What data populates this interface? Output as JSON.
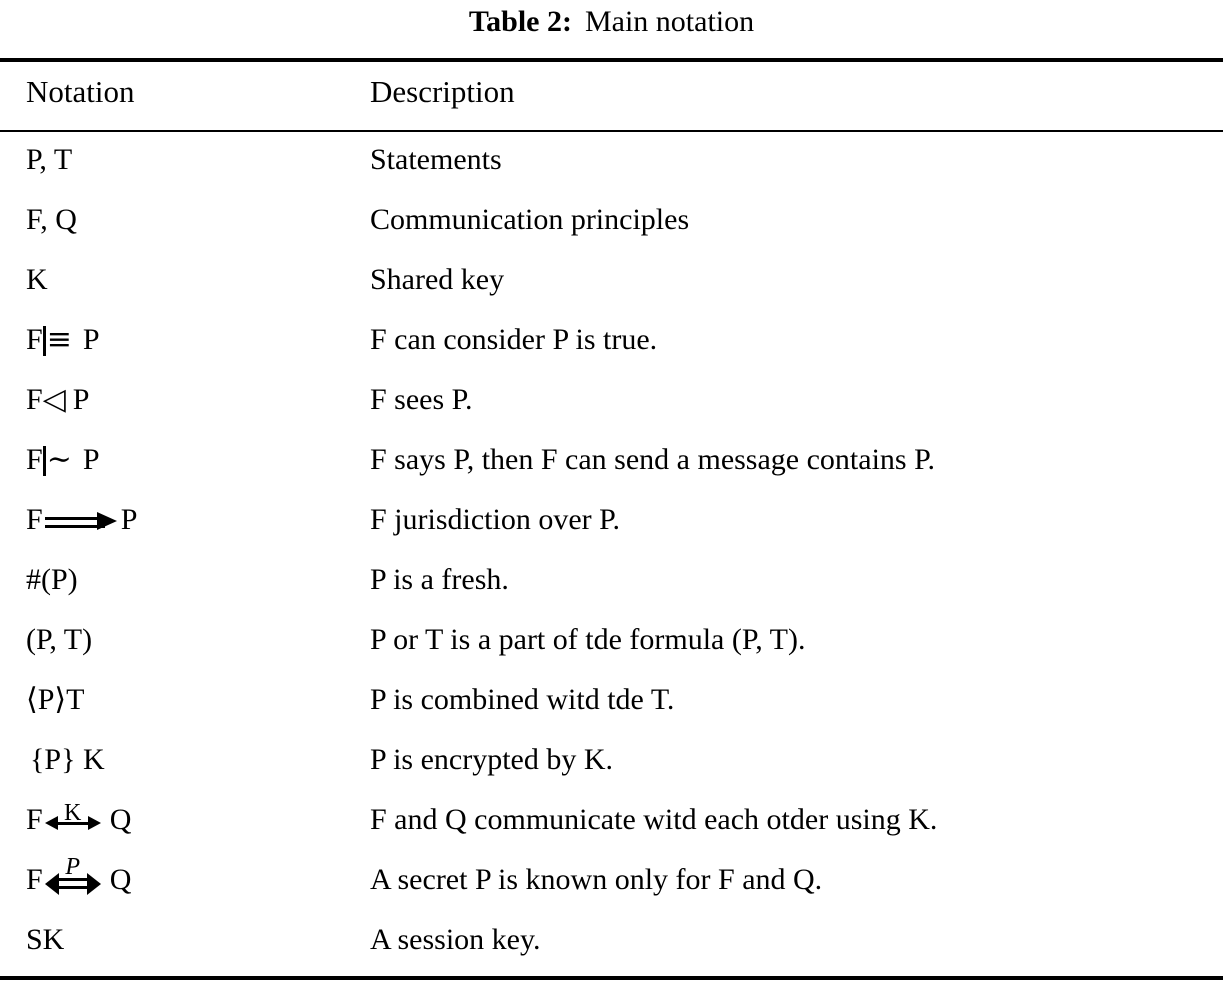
{
  "caption": {
    "label": "Table 2:",
    "title": "Main notation"
  },
  "columns": {
    "notation": "Notation",
    "description": "Description"
  },
  "colors": {
    "background": "#ffffff",
    "text": "#000000",
    "rule": "#000000"
  },
  "rows": [
    {
      "notation": "P, T",
      "description": "Statements"
    },
    {
      "notation": "F, Q",
      "description": "Communication principles"
    },
    {
      "notation": "K",
      "description": "Shared key"
    },
    {
      "notation": "F|≡ P",
      "description": "F can consider P is true."
    },
    {
      "notation": "F◁ P",
      "description": "F sees P."
    },
    {
      "notation": "F|∼ P",
      "description": "F says P, then F can send a message contains P."
    },
    {
      "notation": "F⟹ P",
      "description": "F jurisdiction over P."
    },
    {
      "notation": "#(P)",
      "description": "P is a fresh."
    },
    {
      "notation": "(P, T)",
      "description": "P or T is a part of tde formula (P, T)."
    },
    {
      "notation": "⟨P⟩T",
      "description": "P is combined witd tde T."
    },
    {
      "notation": "{P} K",
      "description": "P is encrypted by K."
    },
    {
      "notation": "F↔ Q",
      "description": "F and Q communicate witd each otder using K.",
      "over_label": "K"
    },
    {
      "notation": "F⇔ Q",
      "description": "A secret P is known only for F and Q.",
      "over_label": "P"
    },
    {
      "notation": "SK",
      "description": "A session key."
    }
  ],
  "glyph_labels": {
    "arrow_k_label": "K",
    "arrow_p_label": "P"
  }
}
